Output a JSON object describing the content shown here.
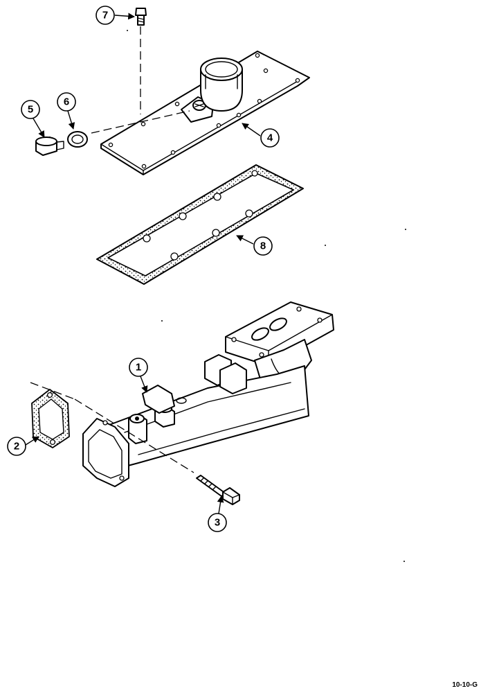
{
  "figure_code": "10-10-G",
  "callouts": [
    {
      "id": "callout-1",
      "label": "1"
    },
    {
      "id": "callout-2",
      "label": "2"
    },
    {
      "id": "callout-3",
      "label": "3"
    },
    {
      "id": "callout-4",
      "label": "4"
    },
    {
      "id": "callout-5",
      "label": "5"
    },
    {
      "id": "callout-6",
      "label": "6"
    },
    {
      "id": "callout-7",
      "label": "7"
    },
    {
      "id": "callout-8",
      "label": "8"
    }
  ]
}
